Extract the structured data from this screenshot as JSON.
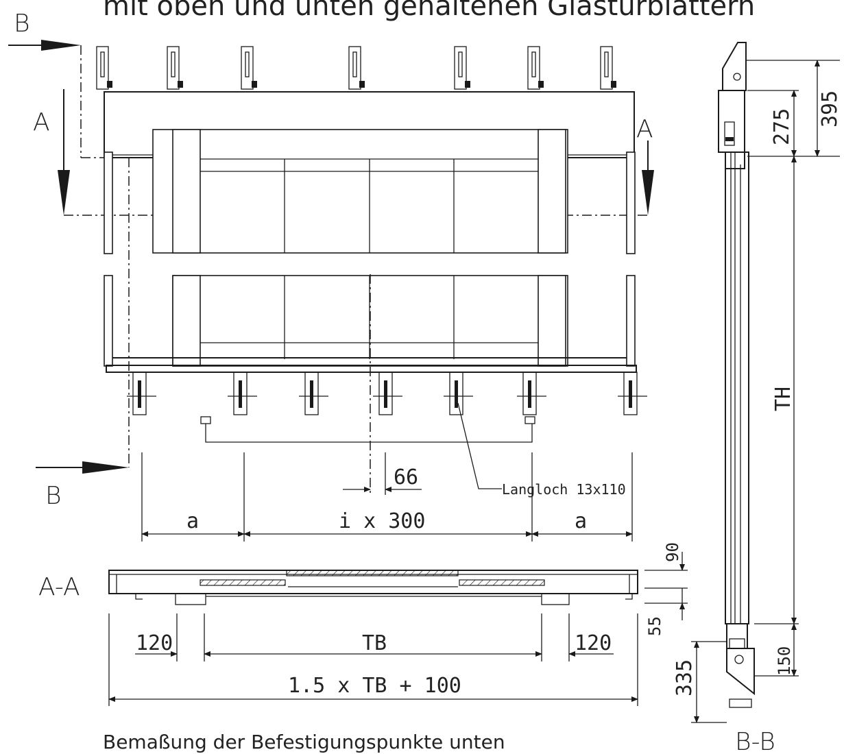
{
  "title": "mit oben und unten gehaltenen Glastürblättern",
  "caption": "Bemaßung der Befestigungspunkte unten",
  "section_marks": {
    "b_top": "B",
    "b_bottom": "B",
    "a_left": "A",
    "a_right": "A",
    "section_aa": "A-A",
    "section_bb": "B-B"
  },
  "plan_dims": {
    "offset": "66",
    "left_a": "a",
    "middle": "i x 300",
    "right_a": "a",
    "slot_note": "Langloch 13x110"
  },
  "section_aa_dims": {
    "left_120": "120",
    "tb": "TB",
    "right_120": "120",
    "overall": "1.5 x TB + 100",
    "d90": "90",
    "d55": "55"
  },
  "section_bb_dims": {
    "d395": "395",
    "d275": "275",
    "th": "TH",
    "d150": "150",
    "d335": "335"
  }
}
